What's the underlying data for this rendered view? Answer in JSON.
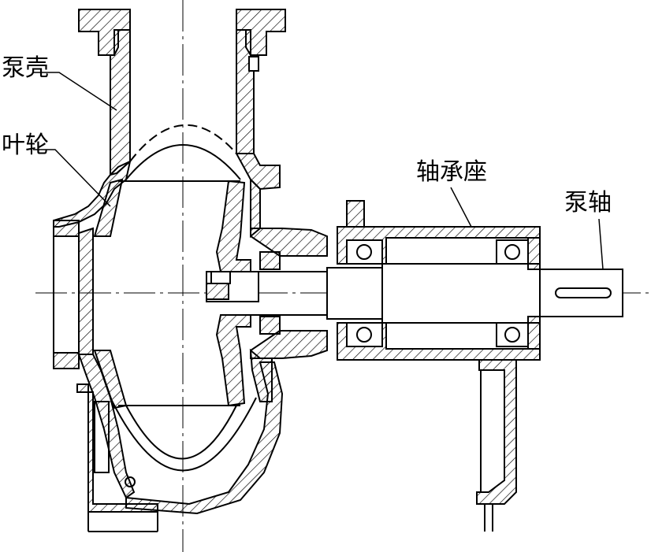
{
  "labels": {
    "pump_casing": "泵壳",
    "impeller": "叶轮",
    "bearing_housing": "轴承座",
    "pump_shaft": "泵轴"
  },
  "colors": {
    "line": "#000000",
    "background": "#ffffff"
  }
}
